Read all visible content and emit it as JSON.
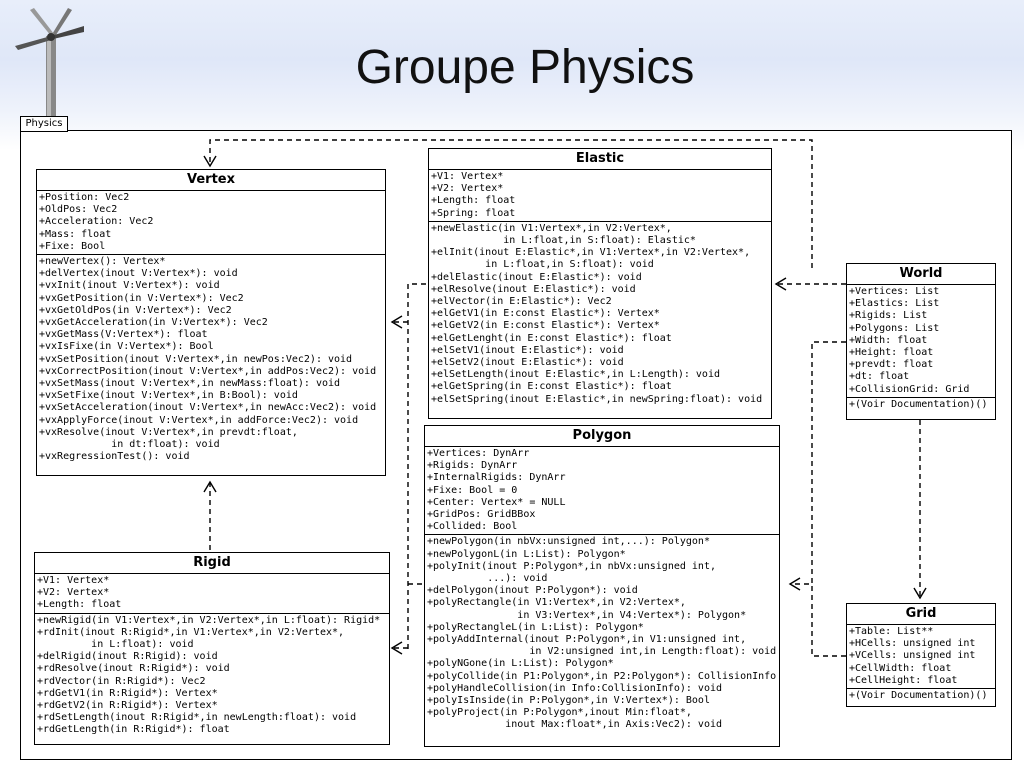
{
  "slide_title": "Groupe Physics",
  "package_name": "Physics",
  "classes": {
    "vertex": {
      "name": "Vertex",
      "attributes": [
        "+Position: Vec2",
        "+OldPos: Vec2",
        "+Acceleration: Vec2",
        "+Mass: float",
        "+Fixe: Bool"
      ],
      "methods": [
        "+newVertex(): Vertex*",
        "+delVertex(inout V:Vertex*): void",
        "+vxInit(inout V:Vertex*): void",
        "+vxGetPosition(in V:Vertex*): Vec2",
        "+vxGetOldPos(in V:Vertex*): Vec2",
        "+vxGetAcceleration(in V:Vertex*): Vec2",
        "+vxGetMass(V:Vertex*): float",
        "+vxIsFixe(in V:Vertex*): Bool",
        "+vxSetPosition(inout V:Vertex*,in newPos:Vec2): void",
        "+vxCorrectPosition(inout V:Vertex*,in addPos:Vec2): void",
        "+vxSetMass(inout V:Vertex*,in newMass:float): void",
        "+vxSetFixe(inout V:Vertex*,in B:Bool): void",
        "+vxSetAcceleration(inout V:Vertex*,in newAcc:Vec2): void",
        "+vxApplyForce(inout V:Vertex*,in addForce:Vec2): void",
        "+vxResolve(inout V:Vertex*,in prevdt:float,",
        "            in dt:float): void",
        "+vxRegressionTest(): void"
      ]
    },
    "elastic": {
      "name": "Elastic",
      "attributes": [
        "+V1: Vertex*",
        "+V2: Vertex*",
        "+Length: float",
        "+Spring: float"
      ],
      "methods": [
        "+newElastic(in V1:Vertex*,in V2:Vertex*,",
        "            in L:float,in S:float): Elastic*",
        "+elInit(inout E:Elastic*,in V1:Vertex*,in V2:Vertex*,",
        "         in L:float,in S:float): void",
        "+delElastic(inout E:Elastic*): void",
        "+elResolve(inout E:Elastic*): void",
        "+elVector(in E:Elastic*): Vec2",
        "+elGetV1(in E:const Elastic*): Vertex*",
        "+elGetV2(in E:const Elastic*): Vertex*",
        "+elGetLenght(in E:const Elastic*): float",
        "+elSetV1(inout E:Elastic*): void",
        "+elSetV2(inout E:Elastic*): void",
        "+elSetLength(inout E:Elastic*,in L:Length): void",
        "+elGetSpring(in E:const Elastic*): float",
        "+elSetSpring(inout E:Elastic*,in newSpring:float): void"
      ]
    },
    "world": {
      "name": "World",
      "attributes": [
        "+Vertices: List",
        "+Elastics: List",
        "+Rigids: List",
        "+Polygons: List",
        "+Width: float",
        "+Height: float",
        "+prevdt: float",
        "+dt: float",
        "+CollisionGrid: Grid"
      ],
      "methods": [
        "+(Voir Documentation)()"
      ]
    },
    "polygon": {
      "name": "Polygon",
      "attributes": [
        "+Vertices: DynArr",
        "+Rigids: DynArr",
        "+InternalRigids: DynArr",
        "+Fixe: Bool = 0",
        "+Center: Vertex* = NULL",
        "+GridPos: GridBBox",
        "+Collided: Bool"
      ],
      "methods": [
        "+newPolygon(in nbVx:unsigned int,...): Polygon*",
        "+newPolygonL(in L:List): Polygon*",
        "+polyInit(inout P:Polygon*,in nbVx:unsigned int,",
        "          ...): void",
        "+delPolygon(inout P:Polygon*): void",
        "+polyRectangle(in V1:Vertex*,in V2:Vertex*,",
        "               in V3:Vertex*,in V4:Vertex*): Polygon*",
        "+polyRectangleL(in L:List): Polygon*",
        "+polyAddInternal(inout P:Polygon*,in V1:unsigned int,",
        "                 in V2:unsigned int,in Length:float): void",
        "+polyNGone(in L:List): Polygon*",
        "+polyCollide(in P1:Polygon*,in P2:Polygon*): CollisionInfo",
        "+polyHandleCollision(in Info:CollisionInfo): void",
        "+polyIsInside(in P:Polygon*,in V:Vertex*): Bool",
        "+polyProject(in P:Polygon*,inout Min:float*,",
        "             inout Max:float*,in Axis:Vec2): void"
      ]
    },
    "rigid": {
      "name": "Rigid",
      "attributes": [
        "+V1: Vertex*",
        "+V2: Vertex*",
        "+Length: float"
      ],
      "methods": [
        "+newRigid(in V1:Vertex*,in V2:Vertex*,in L:float): Rigid*",
        "+rdInit(inout R:Rigid*,in V1:Vertex*,in V2:Vertex*,",
        "         in L:float): void",
        "+delRigid(inout R:Rigid): void",
        "+rdResolve(inout R:Rigid*): void",
        "+rdVector(in R:Rigid*): Vec2",
        "+rdGetV1(in R:Rigid*): Vertex*",
        "+rdGetV2(in R:Rigid*): Vertex*",
        "+rdSetLength(inout R:Rigid*,in newLength:float): void",
        "+rdGetLength(in R:Rigid*): float"
      ]
    },
    "grid": {
      "name": "Grid",
      "attributes": [
        "+Table: List**",
        "+HCells: unsigned int",
        "+VCells: unsigned int",
        "+CellWidth: float",
        "+CellHeight: float"
      ],
      "methods": [
        "+(Voir Documentation)()"
      ]
    }
  }
}
